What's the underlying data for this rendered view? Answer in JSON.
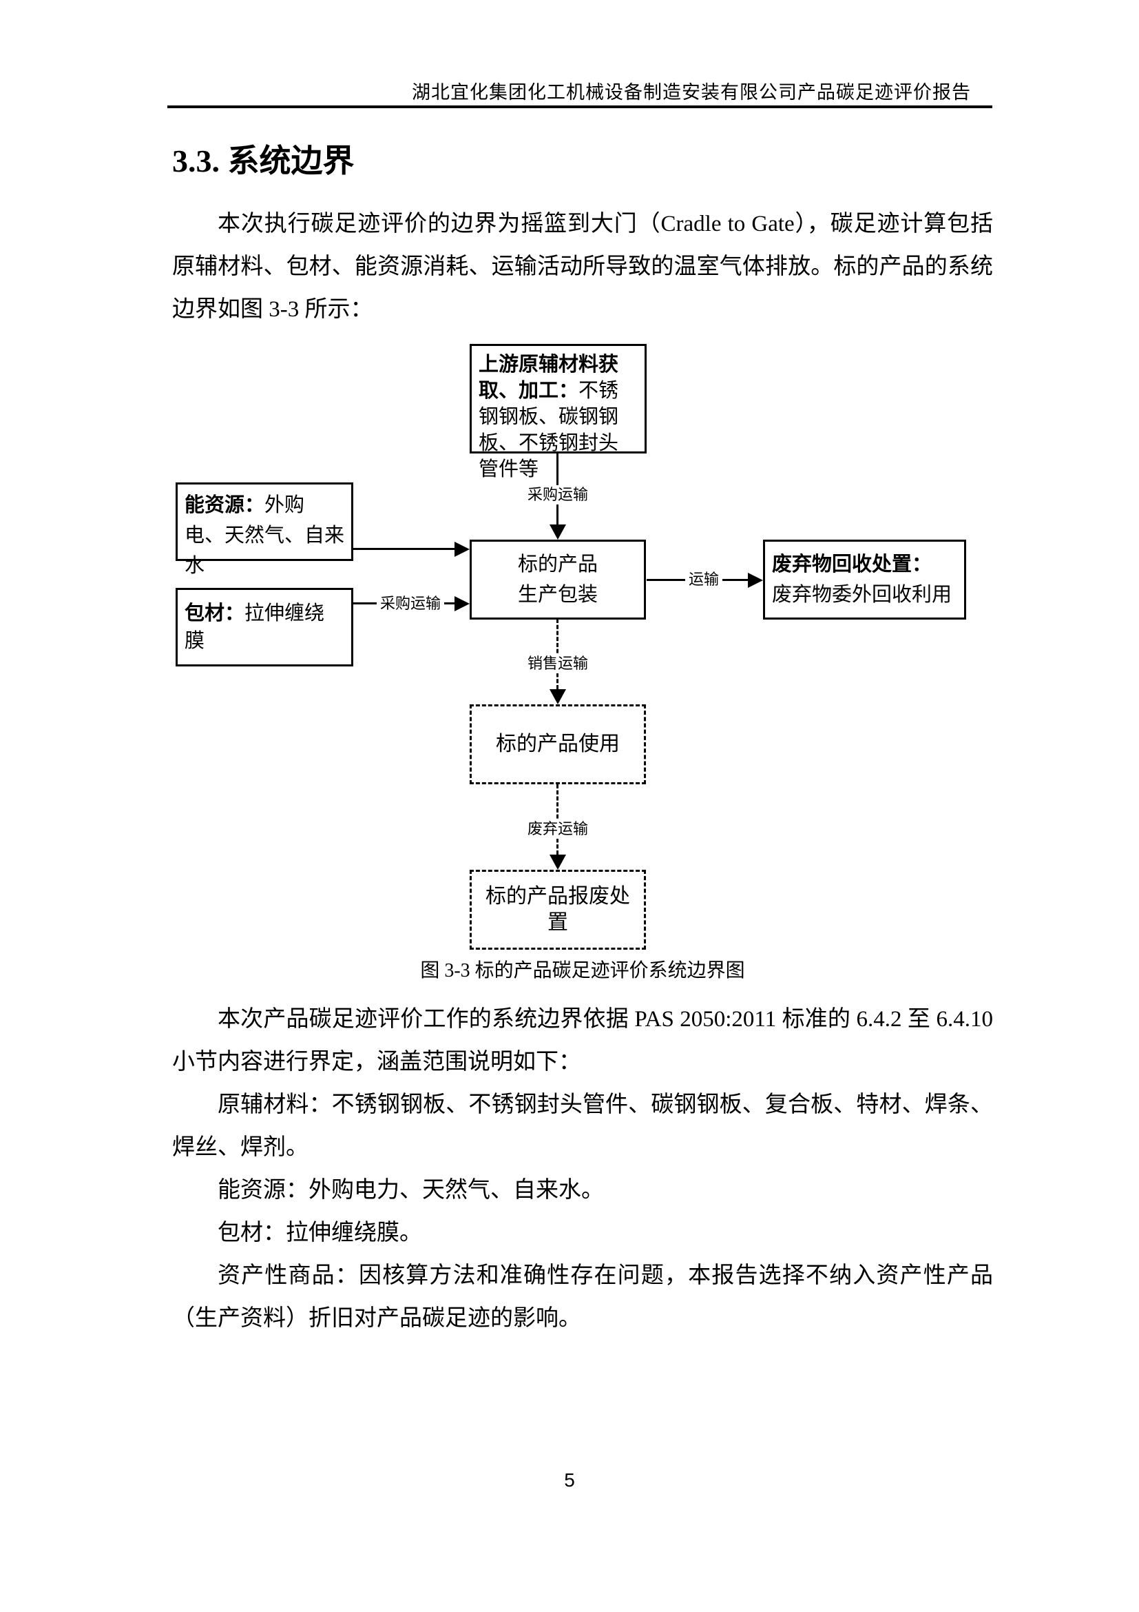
{
  "document": {
    "header_title": "湖北宜化集团化工机械设备制造安装有限公司产品碳足迹评价报告",
    "section_heading": "3.3. 系统边界",
    "intro_paragraph": "本次执行碳足迹评价的边界为摇篮到大门（Cradle to Gate），碳足迹计算包括原辅材料、包材、能资源消耗、运输活动所导致的温室气体排放。标的产品的系统边界如图 3-3 所示：",
    "figure_caption": "图 3-3  标的产品碳足迹评价系统边界图",
    "body_paragraphs": {
      "p1": "本次产品碳足迹评价工作的系统边界依据 PAS 2050:2011 标准的 6.4.2 至 6.4.10 小节内容进行界定，涵盖范围说明如下：",
      "p2": "原辅材料：不锈钢钢板、不锈钢封头管件、碳钢钢板、复合板、特材、焊条、焊丝、焊剂。",
      "p3": "能资源：外购电力、天然气、自来水。",
      "p4": "包材：拉伸缠绕膜。",
      "p5": "资产性商品：因核算方法和准确性存在问题，本报告选择不纳入资产性产品（生产资料）折旧对产品碳足迹的影响。"
    },
    "page_number": "5"
  },
  "diagram": {
    "upstream_box": {
      "bold": "上游原辅材料获取、加工：",
      "regular": "不锈钢钢板、碳钢钢板、不锈钢封头管件等"
    },
    "energy_box": {
      "bold": "能资源：",
      "regular": "外购电、天然气、自来水"
    },
    "packaging_box": {
      "bold": "包材：",
      "regular": "拉伸缠绕膜"
    },
    "product_box": {
      "line1": "标的产品",
      "line2": "生产包装"
    },
    "waste_box": {
      "bold": "废弃物回收处置：",
      "regular": "废弃物委外回收利用"
    },
    "use_box_label": "标的产品使用",
    "scrap_box_label": "标的产品报废处置",
    "labels": {
      "procure_transport_top": "采购运输",
      "procure_transport_left": "采购运输",
      "transport": "运输",
      "sales_transport": "销售运输",
      "waste_transport": "废弃运输"
    },
    "line_color": "#000000",
    "background_color": "#ffffff"
  }
}
